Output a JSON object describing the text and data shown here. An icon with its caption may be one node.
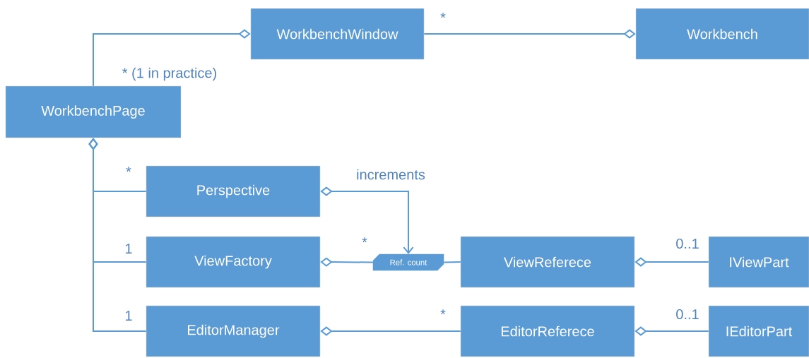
{
  "diagram": {
    "nodes": [
      {
        "text": [
          "WorkbenchWindow"
        ]
      },
      {
        "text": [
          "Workbench"
        ]
      },
      {
        "text": [
          "WorkbenchPage"
        ]
      },
      {
        "text": [
          "Perspective"
        ]
      },
      {
        "text": [
          "ViewFactory"
        ]
      },
      {
        "text": [
          "Ref. count"
        ]
      },
      {
        "text": [
          "ViewReferece"
        ]
      },
      {
        "text": [
          "IViewPart"
        ]
      },
      {
        "text": [
          "EditorManager"
        ]
      },
      {
        "text": [
          "EditorReferece"
        ]
      },
      {
        "text": [
          "IEditorPart"
        ]
      }
    ],
    "edges": [
      {
        "from": 2,
        "to": 0,
        "arrow": "other",
        "label": "* (1 in practice)"
      },
      {
        "from": 0,
        "to": 1,
        "arrow": "other",
        "label": "*"
      },
      {
        "from": 3,
        "to": 2,
        "arrow": "other",
        "label": "*"
      },
      {
        "from": 4,
        "to": 2,
        "arrow": "other",
        "label": "1"
      },
      {
        "from": 8,
        "to": 2,
        "arrow": "other",
        "label": "1"
      },
      {
        "from": 3,
        "to": 5,
        "arrow": "to",
        "label": "increments"
      },
      {
        "from": 5,
        "to": 4,
        "arrow": "other",
        "label": "*"
      },
      {
        "from": 6,
        "to": 5,
        "arrow": "none"
      },
      {
        "from": 7,
        "to": 6,
        "arrow": "other",
        "label": "0..1"
      },
      {
        "from": 9,
        "to": 8,
        "arrow": "other",
        "label": "*"
      },
      {
        "from": 10,
        "to": 9,
        "arrow": "other",
        "label": "0..1"
      }
    ]
  }
}
